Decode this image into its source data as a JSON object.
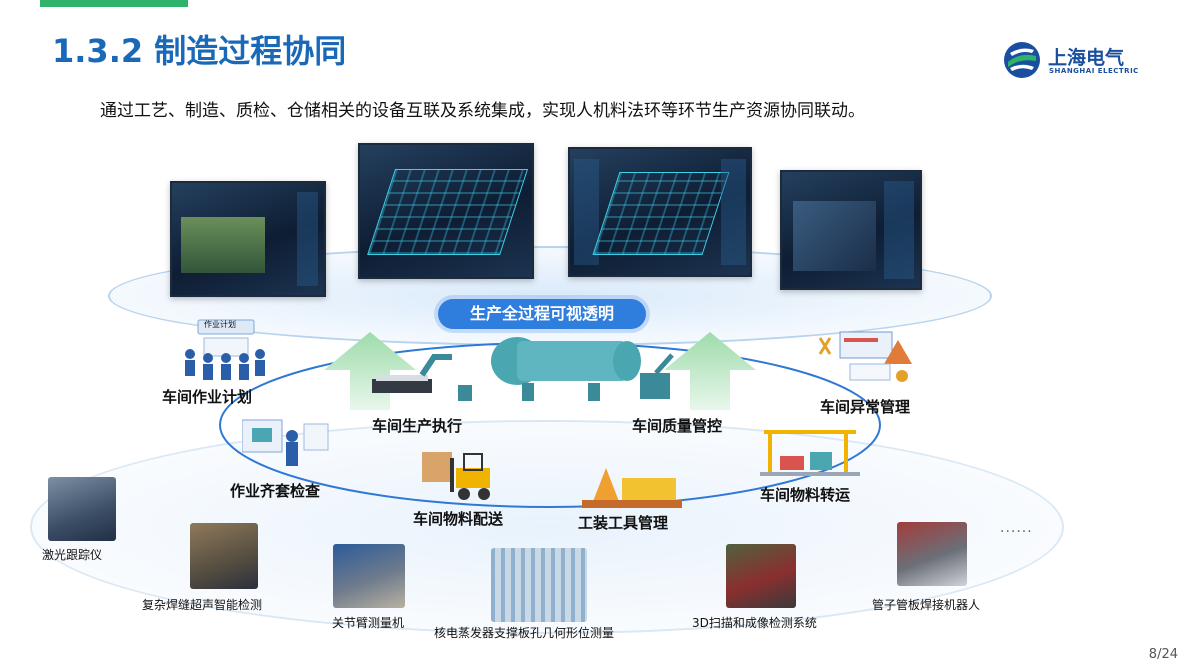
{
  "header": {
    "title": "1.3.2 制造过程协同",
    "subtitle": "通过工艺、制造、质检、仓储相关的设备互联及系统集成，实现人机料法环等环节生产资源协同联动。"
  },
  "logo": {
    "name_cn": "上海电气",
    "name_en": "SHANGHAI ELECTRIC",
    "colors": {
      "blue": "#1a4fa0",
      "green": "#2fb36b"
    }
  },
  "center": {
    "pill_label": "生产全过程可视透明"
  },
  "modules": {
    "workshop_plan": "车间作业计划",
    "workshop_exec": "车间生产执行",
    "quality_control": "车间质量管控",
    "exception_mgmt": "车间异常管理",
    "kit_check": "作业齐套检查",
    "material_delivery": "车间物料配送",
    "tool_mgmt": "工装工具管理",
    "material_transfer": "车间物料转运",
    "plan_board_caption": "作业计划"
  },
  "devices": {
    "laser_tracker": "激光跟踪仪",
    "weld_ultrasonic": "复杂焊缝超声智能检测",
    "arm_cmm": "关节臂测量机",
    "nuclear_sg": "核电蒸发器支撑板孔几何形位测量",
    "scan_3d": "3D扫描和成像检测系统",
    "tube_welding_robot": "管子管板焊接机器人",
    "more": "......"
  },
  "footer": {
    "page": "8/24"
  },
  "theme": {
    "title_color": "#1a69b8",
    "accent_green": "#2fb36b",
    "pill_blue": "#2f7ddc",
    "ring_blue": "#9ec6ea",
    "arrow_green": "#bfe8c8"
  }
}
